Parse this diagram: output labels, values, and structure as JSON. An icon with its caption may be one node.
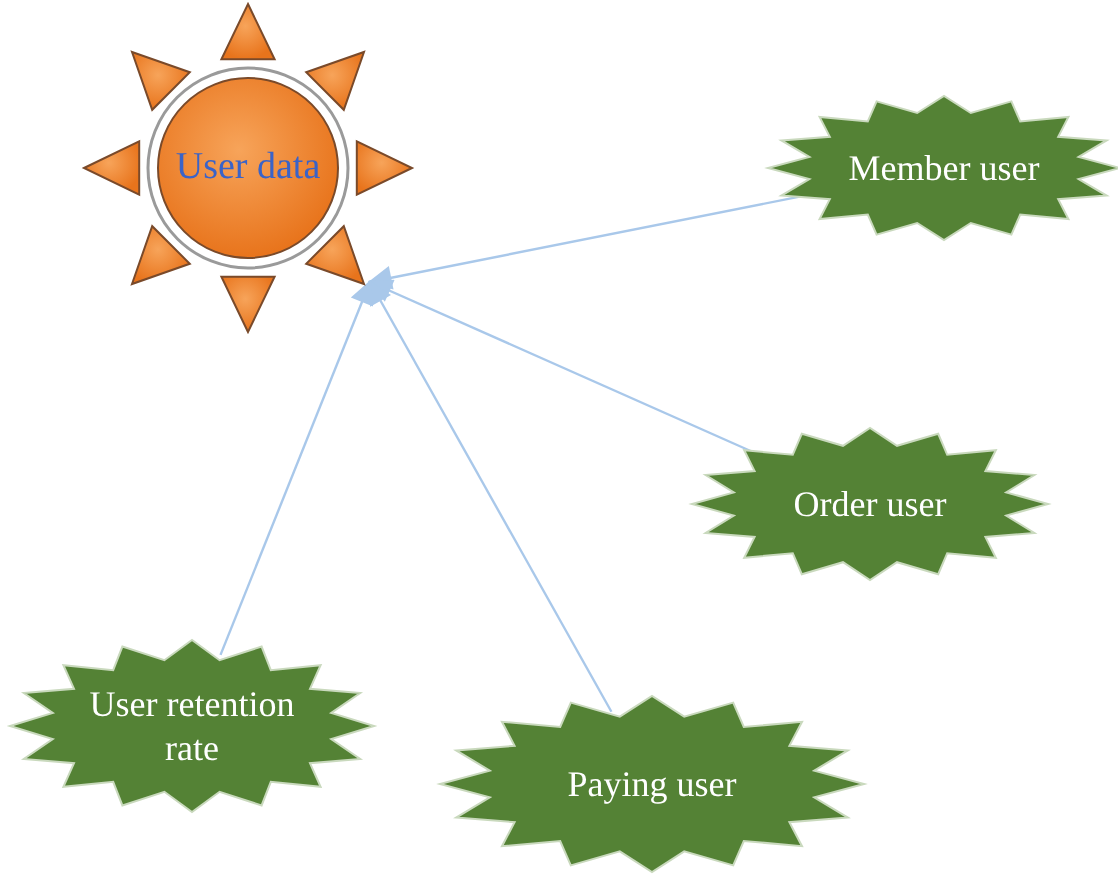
{
  "diagram": {
    "nodes": [
      {
        "text": [
          "User data"
        ]
      },
      {
        "text": [
          "Member user"
        ]
      },
      {
        "text": [
          "Order user"
        ]
      },
      {
        "text": [
          "User retention rate"
        ]
      },
      {
        "text": [
          "Paying user"
        ]
      }
    ],
    "edges": [
      {
        "from": 1,
        "to": 0,
        "arrow": "to"
      },
      {
        "from": 2,
        "to": 0,
        "arrow": "to"
      },
      {
        "from": 4,
        "to": 0,
        "arrow": "to"
      },
      {
        "from": 3,
        "to": 0,
        "arrow": "to"
      }
    ]
  }
}
